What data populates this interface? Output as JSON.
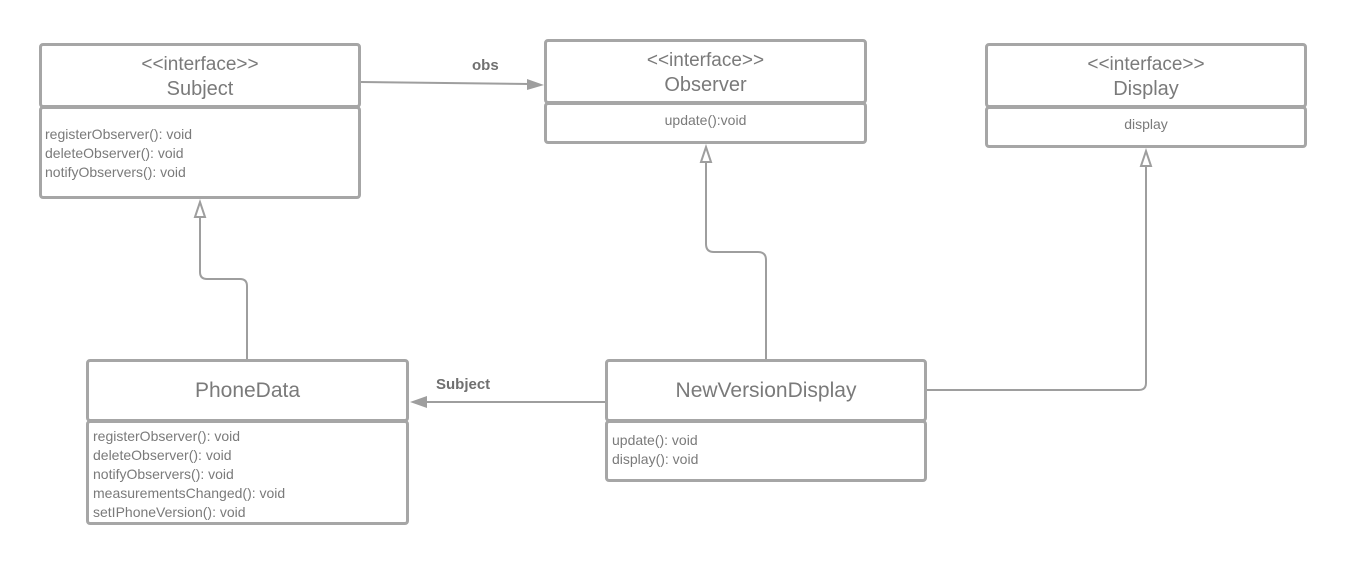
{
  "classes": {
    "subject": {
      "stereotype": "<<interface>>",
      "name": "Subject",
      "operations": [
        "registerObserver(): void",
        "deleteObserver(): void",
        "notifyObservers(): void"
      ]
    },
    "observer": {
      "stereotype": "<<interface>>",
      "name": "Observer",
      "operations": [
        "update():void"
      ]
    },
    "display": {
      "stereotype": "<<interface>>",
      "name": "Display",
      "operations": [
        "display"
      ]
    },
    "phone_data": {
      "name": "PhoneData",
      "operations": [
        "registerObserver(): void",
        "deleteObserver(): void",
        "notifyObservers(): void",
        "measurementsChanged(): void",
        "setIPhoneVersion(): void"
      ]
    },
    "new_version_display": {
      "name": "NewVersionDisplay",
      "operations": [
        "update(): void",
        "display(): void"
      ]
    }
  },
  "associations": {
    "obs": "obs",
    "subject": "Subject"
  },
  "colors": {
    "border": "#a6a6a6",
    "line": "#9e9e9e",
    "text": "#7a7a7a"
  }
}
